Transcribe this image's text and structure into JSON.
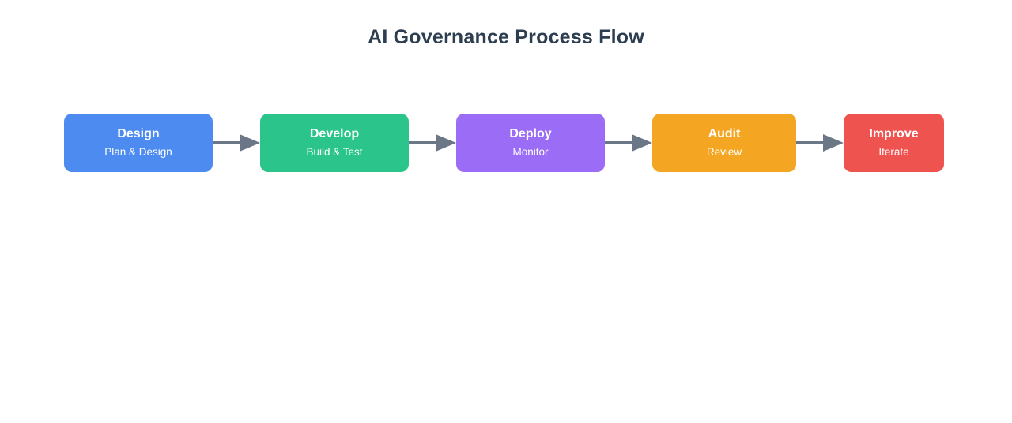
{
  "diagram": {
    "title": "AI Governance Process Flow",
    "title_color": "#2c3e50",
    "background_color": "#ffffff",
    "type": "process-flow",
    "orientation": "left-to-right",
    "connector": {
      "icon": "arrow-right-icon",
      "color": "#6b7687",
      "line_width": 60,
      "line_thickness": 4,
      "head_width": 24,
      "head_height": 22
    },
    "nodes": [
      {
        "id": "design",
        "title": "Design",
        "subtitle": "Plan & Design",
        "color": "#4d8bf0",
        "text_color": "#ffffff",
        "width": 188
      },
      {
        "id": "develop",
        "title": "Develop",
        "subtitle": "Build & Test",
        "color": "#2bc48a",
        "text_color": "#ffffff",
        "width": 188
      },
      {
        "id": "deploy",
        "title": "Deploy",
        "subtitle": "Monitor",
        "color": "#9b6cf5",
        "text_color": "#ffffff",
        "width": 188
      },
      {
        "id": "audit",
        "title": "Audit",
        "subtitle": "Review",
        "color": "#f4a623",
        "text_color": "#ffffff",
        "width": 182
      },
      {
        "id": "improve",
        "title": "Improve",
        "subtitle": "Iterate",
        "color": "#ef5350",
        "text_color": "#ffffff",
        "width": 127
      }
    ]
  }
}
